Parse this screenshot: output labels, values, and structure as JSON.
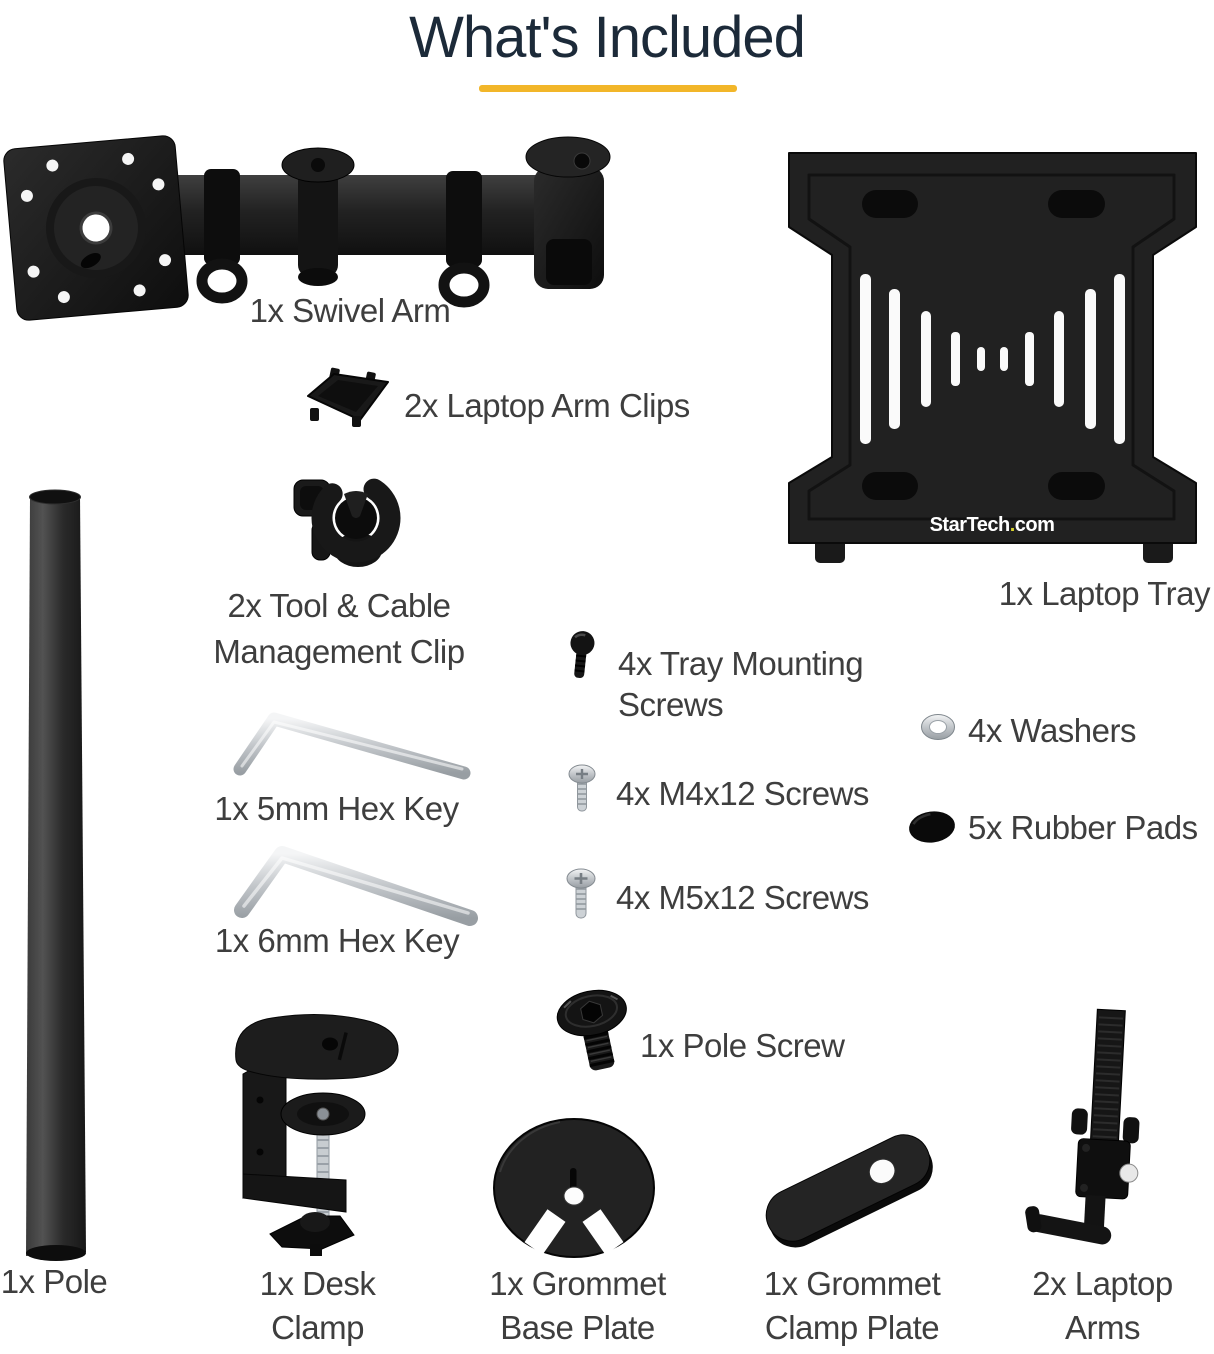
{
  "page": {
    "title": "What's Included"
  },
  "colors": {
    "accent_underline": "#f2b629",
    "title_text": "#1c2a39",
    "label_text": "#3e3e3e",
    "logo_dot": "#d9d32f",
    "product_black": "#1a1a1a",
    "metal_silver": "#c6cbd0"
  },
  "items": {
    "swivel_arm": {
      "label": "1x Swivel Arm"
    },
    "laptop_arm_clips": {
      "label": "2x Laptop Arm Clips"
    },
    "tool_cable_clip": {
      "line1": "2x Tool & Cable",
      "line2": "Management Clip"
    },
    "hex_key_5mm": {
      "label": "1x 5mm Hex Key"
    },
    "hex_key_6mm": {
      "label": "1x 6mm Hex Key"
    },
    "laptop_tray": {
      "label": "1x Laptop Tray",
      "logo_part1": "StarTech",
      "logo_dot": ".",
      "logo_part2": "com"
    },
    "tray_mounting_screws": {
      "line1": "4x Tray Mounting",
      "line2": "Screws"
    },
    "m4x12_screws": {
      "label": "4x M4x12 Screws"
    },
    "m5x12_screws": {
      "label": "4x M5x12 Screws"
    },
    "washers": {
      "label": "4x Washers"
    },
    "rubber_pads": {
      "label": "5x Rubber Pads"
    },
    "pole_screw": {
      "label": "1x Pole Screw"
    },
    "pole": {
      "label": "1x Pole"
    },
    "desk_clamp": {
      "line1": "1x Desk",
      "line2": "Clamp"
    },
    "grommet_base_plate": {
      "line1": "1x Grommet",
      "line2": "Base Plate"
    },
    "grommet_clamp_plate": {
      "line1": "1x Grommet",
      "line2": "Clamp Plate"
    },
    "laptop_arms": {
      "line1": "2x Laptop",
      "line2": "Arms"
    }
  }
}
